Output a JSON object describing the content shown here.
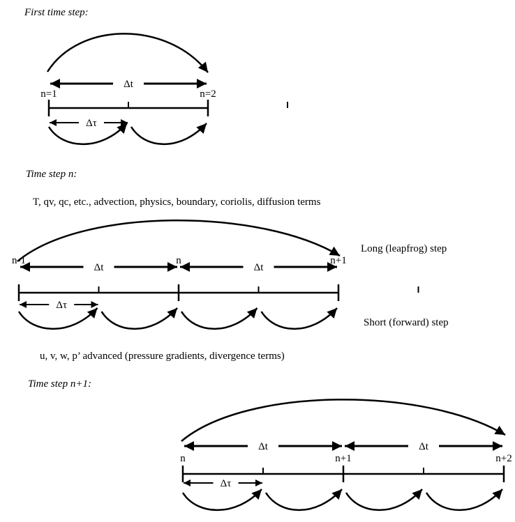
{
  "headings": {
    "first": "First time step:",
    "step_n": "Time step n:",
    "step_n1": "Time step n+1:"
  },
  "notes": {
    "long_terms": "T, qv, qc, etc., advection, physics, boundary, coriolis, diffusion terms",
    "long_step": "Long (leapfrog) step",
    "short_step": "Short (forward) step",
    "short_terms": "u, v, w, p’ advanced (pressure gradients, divergence terms)"
  },
  "symbols": {
    "dt": "Δt",
    "dtau": "Δτ"
  },
  "diagrams": [
    {
      "id": "first",
      "labels": [
        "n=1",
        "n=2"
      ],
      "long_steps": 1
    },
    {
      "id": "step-n",
      "labels": [
        "n-1",
        "n",
        "n+1"
      ],
      "long_steps": 2
    },
    {
      "id": "step-n1",
      "labels": [
        "n",
        "n+1",
        "n+2"
      ],
      "long_steps": 2
    }
  ]
}
